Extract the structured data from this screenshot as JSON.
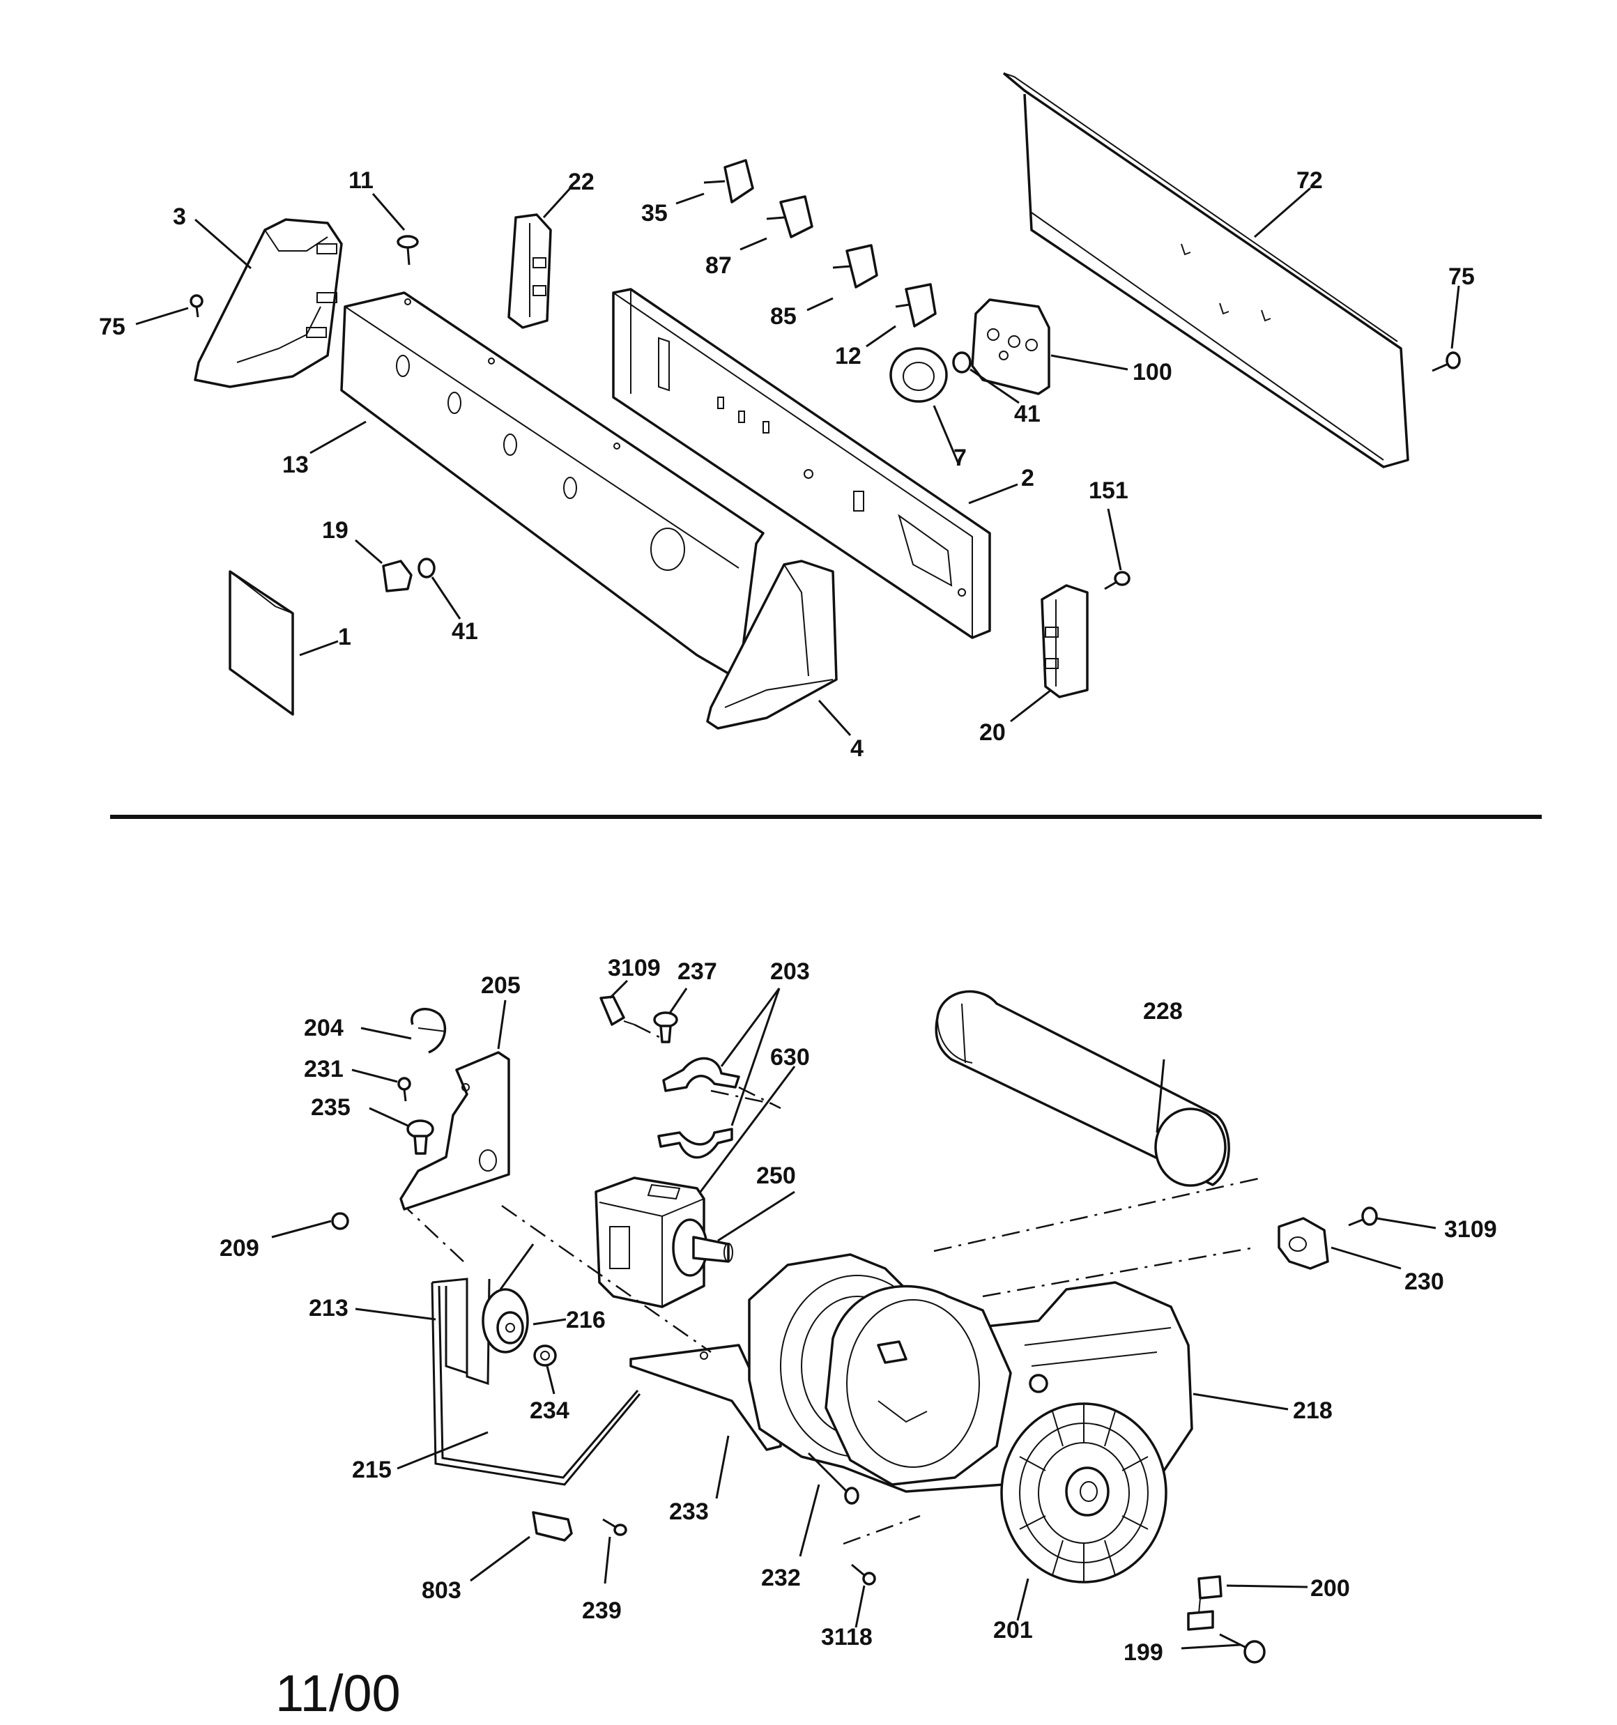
{
  "diagram": {
    "callouts": {
      "c3": "3",
      "c75a": "75",
      "c11": "11",
      "c22": "22",
      "c35": "35",
      "c87": "87",
      "c85": "85",
      "c12": "12",
      "c72": "72",
      "c75b": "75",
      "c100": "100",
      "c41a": "41",
      "c7": "7",
      "c13": "13",
      "c2": "2",
      "c151": "151",
      "c19": "19",
      "c41b": "41",
      "c1": "1",
      "c4": "4",
      "c20": "20",
      "c205": "205",
      "c204": "204",
      "c231": "231",
      "c235": "235",
      "c3109a": "3109",
      "c237": "237",
      "c203": "203",
      "c630": "630",
      "c228": "228",
      "c250": "250",
      "c209": "209",
      "c3109b": "3109",
      "c230": "230",
      "c213": "213",
      "c216": "216",
      "c234": "234",
      "c218": "218",
      "c215": "215",
      "c233": "233",
      "c232": "232",
      "c803": "803",
      "c239": "239",
      "c200": "200",
      "c3118": "3118",
      "c201": "201",
      "c199": "199"
    },
    "date_code": "11/00"
  }
}
